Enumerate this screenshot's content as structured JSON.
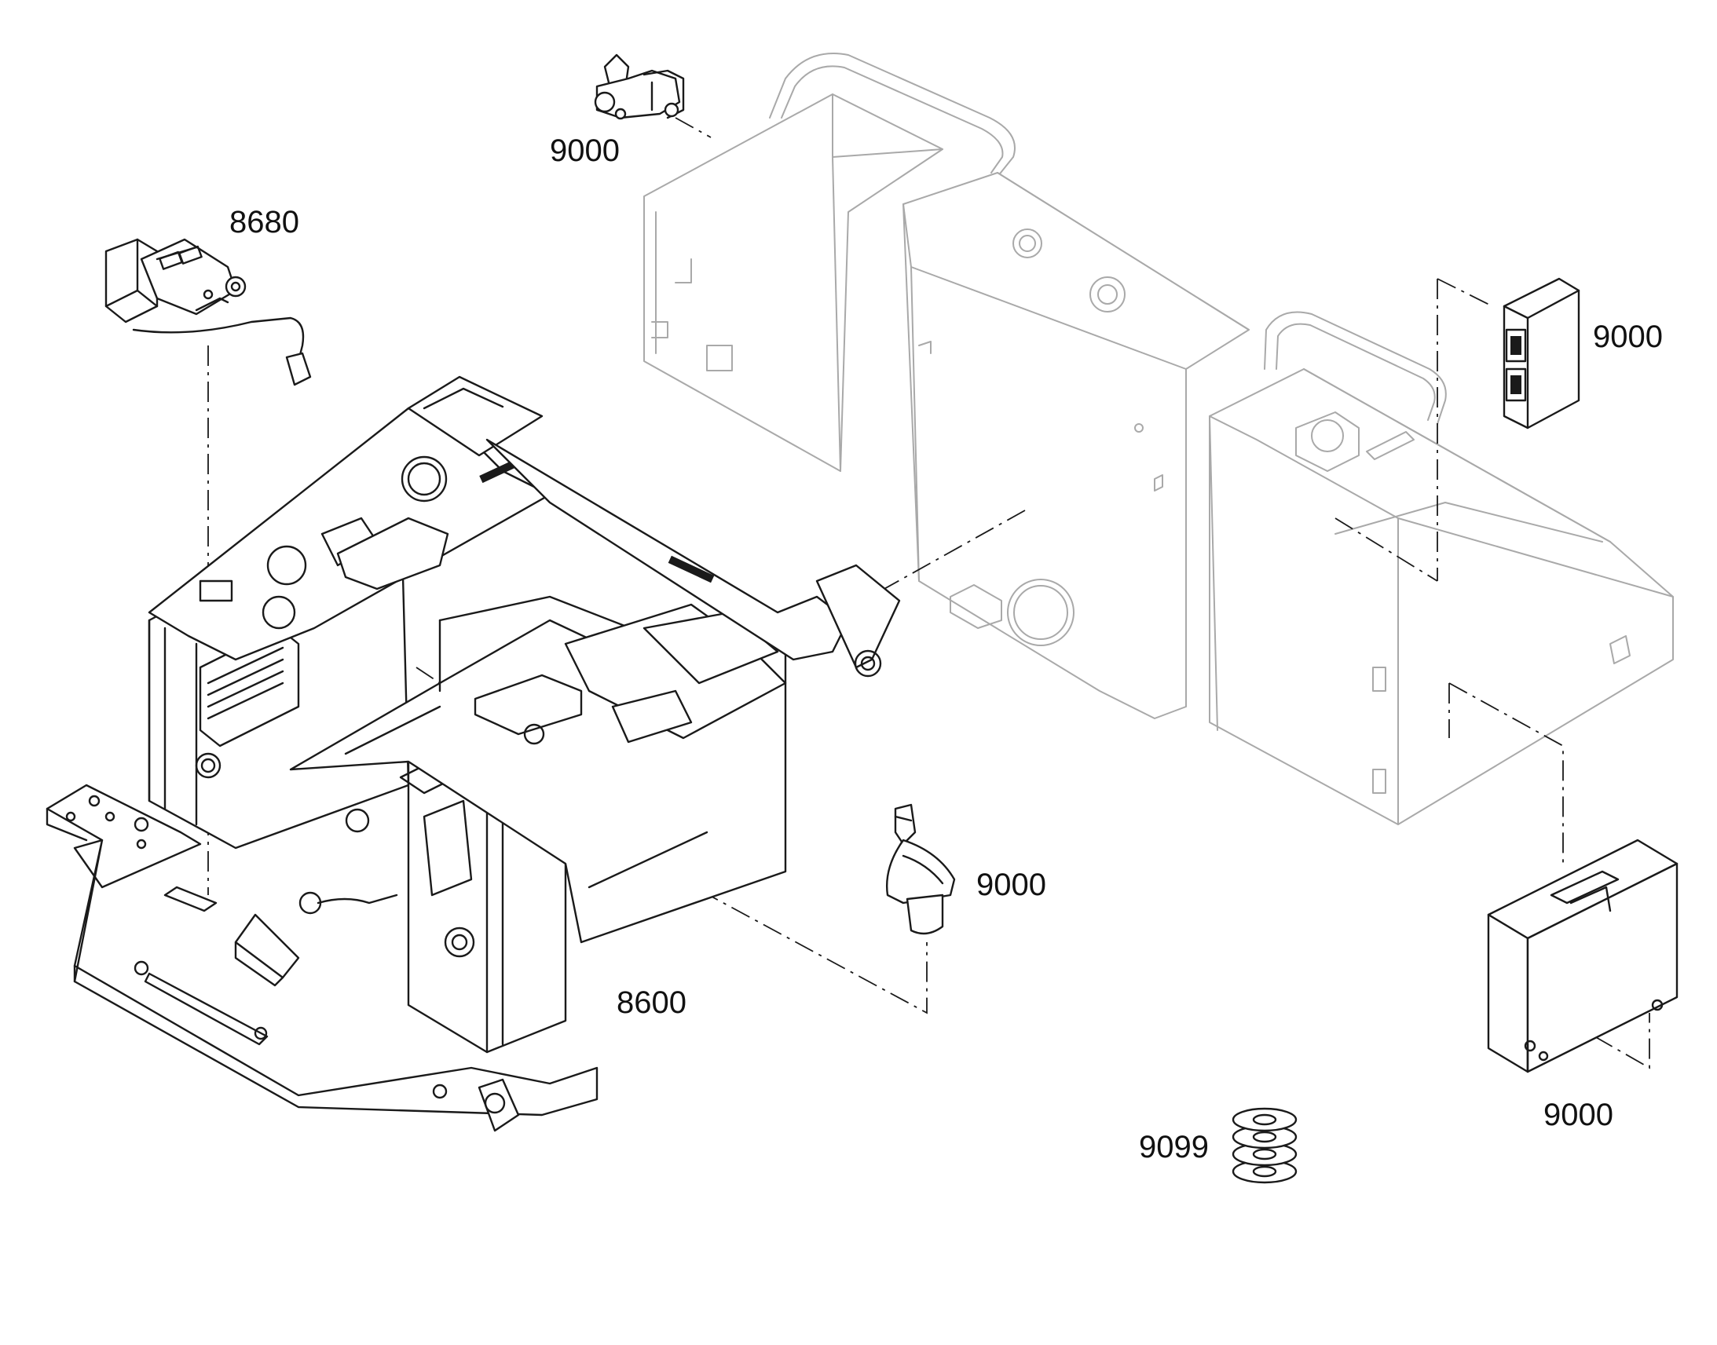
{
  "diagram": {
    "callouts": [
      {
        "id": "valve-top",
        "label": "9000"
      },
      {
        "id": "pedal-switch",
        "label": "8680"
      },
      {
        "id": "connector-module",
        "label": "9000"
      },
      {
        "id": "joystick",
        "label": "9000"
      },
      {
        "id": "operator-platform",
        "label": "8600"
      },
      {
        "id": "control-box",
        "label": "9000"
      },
      {
        "id": "mounts",
        "label": "9099"
      }
    ],
    "colors": {
      "line": "#1a1a1a",
      "ghost_line": "#a9a9a9",
      "background": "#ffffff"
    }
  }
}
